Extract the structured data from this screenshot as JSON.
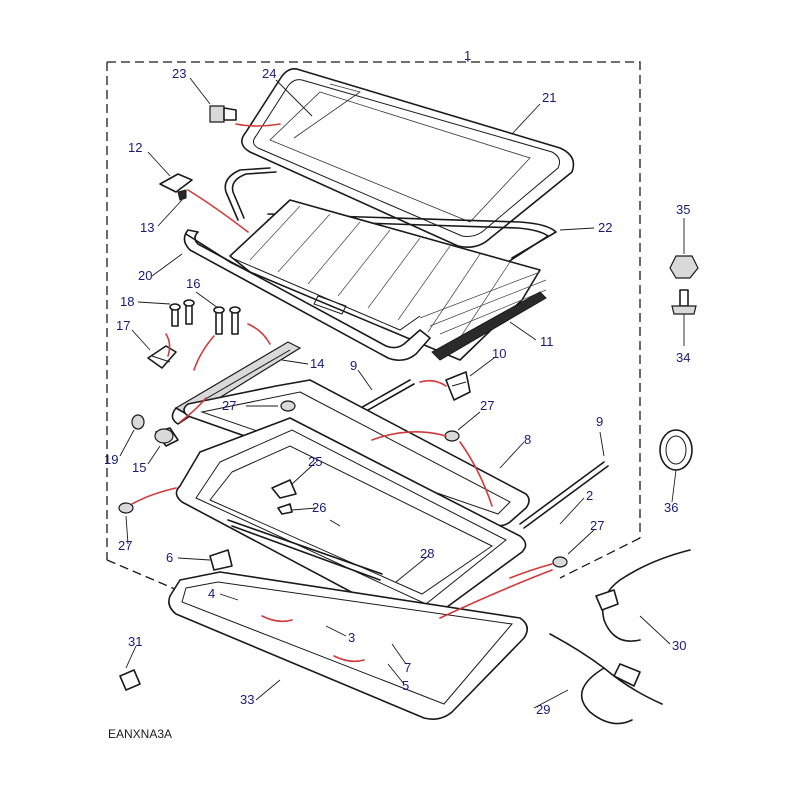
{
  "diagram": {
    "drawing_code": "EANXNA3A",
    "callouts": [
      "1",
      "2",
      "3",
      "4",
      "5",
      "6",
      "7",
      "8",
      "9",
      "10",
      "11",
      "12",
      "13",
      "14",
      "15",
      "16",
      "17",
      "18",
      "19",
      "20",
      "21",
      "22",
      "23",
      "24",
      "25",
      "26",
      "27",
      "28",
      "29",
      "30",
      "31",
      "33",
      "34",
      "35",
      "36"
    ]
  }
}
